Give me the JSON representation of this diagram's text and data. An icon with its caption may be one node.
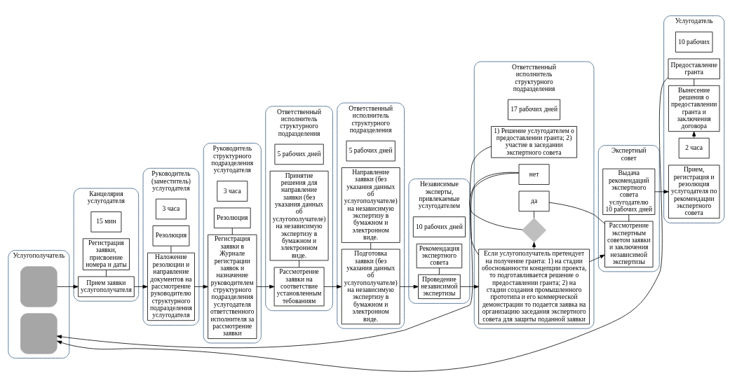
{
  "diagram": {
    "nodes": [
      {
        "text": [
          "Услугополучатель"
        ]
      },
      {
        "text": [
          "Канцелярия услугодателя"
        ]
      },
      {
        "text": [
          "Руководитель (заместитель) услугодателя"
        ]
      },
      {
        "text": [
          "Руководитель структурного подразделения услугодателя"
        ]
      },
      {
        "text": [
          "Ответственный исполнитель структурного подразделения"
        ]
      },
      {
        "text": [
          "Ответственный исполнитель структурного подразделения"
        ]
      },
      {
        "text": [
          "Независимые эксперты, привлекаемые услугодателем"
        ]
      },
      {
        "text": [
          "Ответственный исполнитель структурного подразделения"
        ]
      },
      {
        "text": [
          "Экспертный совет"
        ]
      },
      {
        "text": [
          "Услугодатель"
        ]
      },
      {
        "text": [],
        "shape": "box",
        "in": 0
      },
      {
        "text": [],
        "shape": "box",
        "in": 0
      },
      {
        "text": [
          "Прием заявки услугополучателя"
        ],
        "in": 1
      },
      {
        "text": [
          "15 мин"
        ],
        "in": 1
      },
      {
        "text": [
          "Регистрация заявки, присвоение номера и даты"
        ],
        "in": 1
      },
      {
        "text": [
          "Наложение резолюции и направление документов на рассмотрение руководителю структурного подразделения услугодателя"
        ],
        "in": 2
      },
      {
        "text": [
          "3 часа"
        ],
        "in": 2
      },
      {
        "text": [
          "Резолюция"
        ],
        "in": 2
      },
      {
        "text": [
          "Регистрация заявки в Журнале регистрации заявок и назначение руководителем структурного подразделения услугодателя ответственного исполнителя за рассмотрение заявки"
        ],
        "in": 3
      },
      {
        "text": [
          "3 часа"
        ],
        "in": 3
      },
      {
        "text": [
          "Резолюция"
        ],
        "in": 3
      },
      {
        "text": [
          "Рассмотрение заявки на соответствие установленным тебованиям"
        ],
        "in": 4
      },
      {
        "text": [
          "5 рабочих дней"
        ],
        "in": 4
      },
      {
        "text": [
          "Принятие решения для направление заявки (без указания данных об услугополучателе) на независимую экспертизу в бумажном и электронном виде."
        ],
        "in": 4
      },
      {
        "text": [
          "Подготовка заявки (без указания данных об услугополучателе) на независимую экспертизу в бумажном и электронном виде."
        ],
        "in": 5
      },
      {
        "text": [
          "5 рабочих дней"
        ],
        "in": 5
      },
      {
        "text": [
          "Направление заявки (без указания данных об услугополучателе) на независимую экспертизу в бумажном и электронном виде."
        ],
        "in": 5
      },
      {
        "text": [
          "Проведение независимой экспертизы"
        ],
        "in": 6
      },
      {
        "text": [
          "10 рабочих дней"
        ],
        "in": 6
      },
      {
        "text": [
          "Рекомендация экспертного совета"
        ],
        "in": 6
      },
      {
        "text": [
          "Если услугополучатель претендует на получение гранта: 1) на стадии обоснованности концепции проекта, то подготавливается решение о предоставлении гранта; 2) на стадии создания промышленного прототипа и его коммерческой демонстрации то подается заявка на организацию заседания экспертного совета для защиты поданной заявки"
        ],
        "in": 7
      },
      {
        "text": [],
        "shape": "diamond",
        "in": 7
      },
      {
        "text": [
          "да"
        ],
        "in": 7
      },
      {
        "text": [
          "нет"
        ],
        "in": 7
      },
      {
        "text": [
          "17 рабочих дней"
        ],
        "in": 7
      },
      {
        "text": [
          "1) Решение услугодателем о предоставлении гранта; 2) участие в заседании экспертного совета"
        ],
        "in": 7
      },
      {
        "text": [
          "Рассмотрение экспертным советом заявки и заключения независимой экспертизы"
        ],
        "in": 8
      },
      {
        "text": [
          "Выдача рекомендаций экспертного совета услугодателю",
          "10 рабочих дней"
        ],
        "in": 8
      },
      {
        "text": [
          "Прием, регистрация и резолюция услугодателя по рекомендации экспертного совета"
        ],
        "in": 9
      },
      {
        "text": [
          "2 часа"
        ],
        "in": 9
      },
      {
        "text": [
          "Вынесение решения о предоставлении гранта и заключения договора"
        ],
        "in": 9
      },
      {
        "text": [
          "10 рабочих"
        ],
        "in": 9
      },
      {
        "text": [
          "Предоставление гранта"
        ],
        "in": 9
      }
    ],
    "edges": [
      {
        "from": 10,
        "to": 12,
        "arrow": "to"
      },
      {
        "from": 12,
        "to": 14,
        "arrow": "none"
      },
      {
        "from": 12,
        "to": 15,
        "arrow": "to"
      },
      {
        "from": 15,
        "to": 17,
        "arrow": "none"
      },
      {
        "from": 15,
        "to": 18,
        "arrow": "to"
      },
      {
        "from": 18,
        "to": 20,
        "arrow": "none"
      },
      {
        "from": 18,
        "to": 21,
        "arrow": "to"
      },
      {
        "from": 21,
        "to": 23,
        "arrow": "none"
      },
      {
        "from": 21,
        "to": 24,
        "arrow": "to"
      },
      {
        "from": 24,
        "to": 26,
        "arrow": "none"
      },
      {
        "from": 24,
        "to": 27,
        "arrow": "to"
      },
      {
        "from": 27,
        "to": 29,
        "arrow": "none"
      },
      {
        "from": 27,
        "to": 30,
        "arrow": "to"
      },
      {
        "from": 30,
        "to": 36,
        "arrow": "to"
      },
      {
        "from": 30,
        "to": 31,
        "arrow": "to"
      },
      {
        "from": 30,
        "to": 35,
        "arrow": "none"
      },
      {
        "from": 31,
        "to": 32,
        "arrow": "none"
      },
      {
        "from": 32,
        "to": 36,
        "arrow": "none"
      },
      {
        "from": 31,
        "to": 33,
        "arrow": "none"
      },
      {
        "from": 33,
        "to": 11,
        "arrow": "to"
      },
      {
        "from": 36,
        "to": 37,
        "arrow": "none"
      },
      {
        "from": 37,
        "to": 38,
        "arrow": "to"
      },
      {
        "from": 39,
        "to": 40,
        "arrow": "to"
      },
      {
        "from": 40,
        "to": 42,
        "arrow": "none"
      },
      {
        "from": 42,
        "to": 11,
        "arrow": "to"
      }
    ]
  }
}
